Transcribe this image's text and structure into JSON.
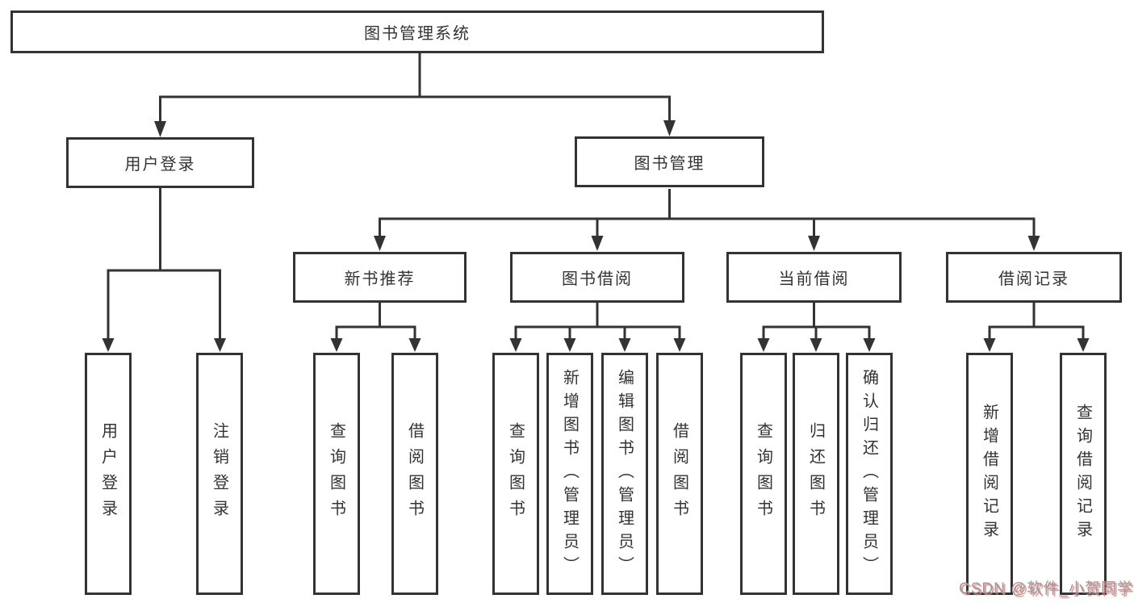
{
  "diagram": {
    "root": {
      "label": "图书管理系统"
    },
    "level2": [
      {
        "label": "用户登录"
      },
      {
        "label": "图书管理"
      }
    ],
    "level3": [
      {
        "label": "新书推荐",
        "parent": "图书管理"
      },
      {
        "label": "图书借阅",
        "parent": "图书管理"
      },
      {
        "label": "当前借阅",
        "parent": "图书管理"
      },
      {
        "label": "借阅记录",
        "parent": "图书管理"
      }
    ],
    "leaves": [
      {
        "label": "用户登录",
        "parent": "用户登录"
      },
      {
        "label": "注销登录",
        "parent": "用户登录"
      },
      {
        "label": "查询图书",
        "parent": "新书推荐"
      },
      {
        "label": "借阅图书",
        "parent": "新书推荐"
      },
      {
        "label": "查询图书",
        "parent": "图书借阅"
      },
      {
        "label": "新增图书（管理员）",
        "parent": "图书借阅"
      },
      {
        "label": "编辑图书（管理员）",
        "parent": "图书借阅"
      },
      {
        "label": "借阅图书",
        "parent": "图书借阅"
      },
      {
        "label": "查询图书",
        "parent": "当前借阅"
      },
      {
        "label": "归还图书",
        "parent": "当前借阅"
      },
      {
        "label": "确认归还（管理员）",
        "parent": "当前借阅"
      },
      {
        "label": "新增借阅记录",
        "parent": "借阅记录"
      },
      {
        "label": "查询借阅记录",
        "parent": "借阅记录"
      }
    ]
  },
  "watermark": {
    "text": "CSDN @软件_小贺同学"
  },
  "colors": {
    "line": "#333333",
    "box_bg": "#ffffff",
    "text": "#333333",
    "watermark_gray": "#9b9b9b",
    "watermark_red": "#e08080"
  }
}
